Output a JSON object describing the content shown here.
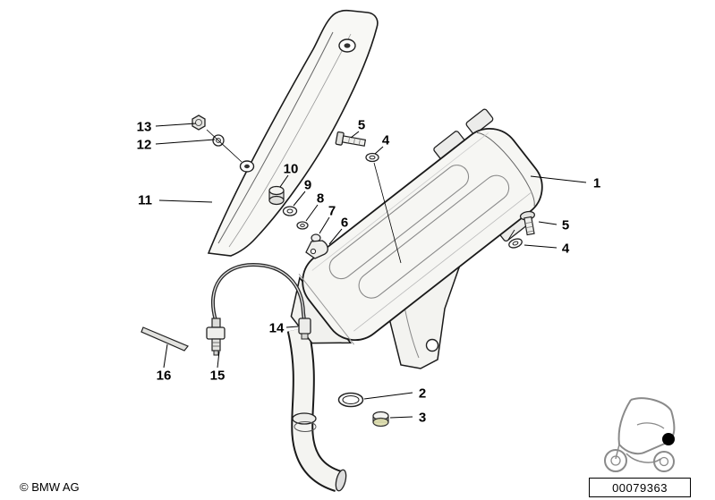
{
  "meta": {
    "copyright": "© BMW AG",
    "part_number": "00079363"
  },
  "icons": {
    "vehicle_thumbnail": "bmw-c1-scooter-location-thumbnail"
  },
  "callouts": [
    {
      "label": "13"
    },
    {
      "label": "12"
    },
    {
      "label": "11"
    },
    {
      "label": "10"
    },
    {
      "label": "9"
    },
    {
      "label": "8"
    },
    {
      "label": "7"
    },
    {
      "label": "6"
    },
    {
      "label": "5"
    },
    {
      "label": "4"
    },
    {
      "label": "1"
    },
    {
      "label": "5"
    },
    {
      "label": "4"
    },
    {
      "label": "14"
    },
    {
      "label": "16"
    },
    {
      "label": "15"
    },
    {
      "label": "2"
    },
    {
      "label": "3"
    }
  ]
}
